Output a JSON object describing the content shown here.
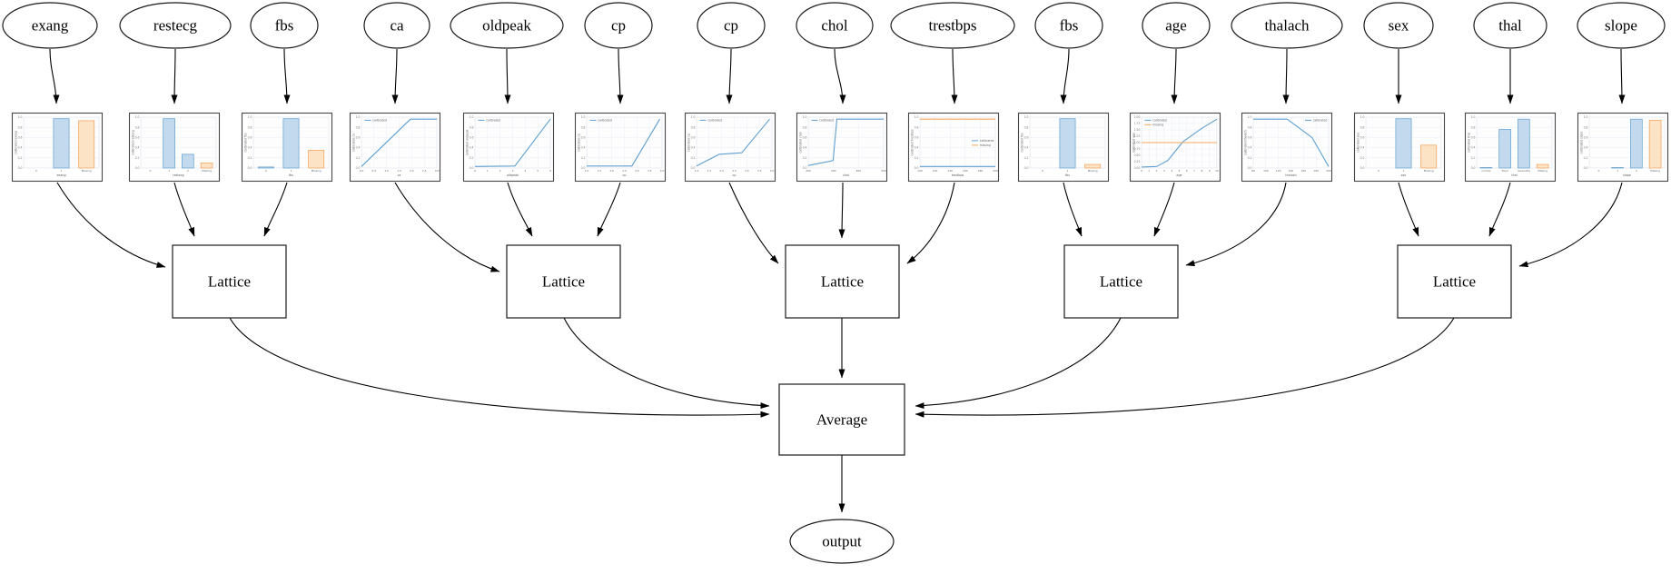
{
  "diagram": {
    "node_labels": {
      "lattice": "Lattice",
      "average": "Average",
      "output": "output"
    },
    "legend_labels": {
      "calibrated": "calibrated",
      "missing": "missing"
    },
    "colors": {
      "calibrated_line": "#5f9fd0",
      "calibrated_fill": "#c3daee",
      "calibrated_edge": "#6fa8d2",
      "missing_line": "#f5a75f",
      "missing_fill": "#fce3c6",
      "missing_edge": "#f3a966",
      "chart_border": "#464646",
      "edge_color": "#000000"
    }
  },
  "chart_data": [
    {
      "feature": "exang",
      "type": "bar",
      "categories": [
        "0",
        "1",
        "Missing"
      ],
      "values": [
        0,
        0.97,
        0.93
      ],
      "ylabel": "calibrated exang",
      "xlabel": "exang",
      "yticks": [
        "0.0",
        "0.2",
        "0.4",
        "0.6",
        "0.8",
        "1.0"
      ]
    },
    {
      "feature": "restecg",
      "type": "bar",
      "categories": [
        "0",
        "1",
        "2",
        "Missing"
      ],
      "values": [
        0,
        0.97,
        0.27,
        0.1
      ],
      "ylabel": "calibrated restecg",
      "xlabel": "restecg",
      "yticks": [
        "0.0",
        "0.2",
        "0.4",
        "0.6",
        "0.8",
        "1.0"
      ]
    },
    {
      "feature": "fbs",
      "type": "bar",
      "categories": [
        "0",
        "1",
        "Missing"
      ],
      "values": [
        0.02,
        0.97,
        0.35
      ],
      "ylabel": "calibrated fbs",
      "xlabel": "fbs",
      "yticks": [
        "0.0",
        "0.2",
        "0.4",
        "0.6",
        "0.8",
        "1.0"
      ]
    },
    {
      "feature": "ca",
      "type": "line",
      "legend_pos": "tl",
      "series": [
        {
          "name": "calibrated",
          "points": [
            [
              0,
              0.03
            ],
            [
              0.65,
              0.96
            ],
            [
              1,
              0.96
            ]
          ]
        }
      ],
      "ylabel": "calibrated ca",
      "xlabel": "ca",
      "xticks": [
        "0.0",
        "0.5",
        "1.0",
        "1.5",
        "2.0",
        "2.5",
        "3.0"
      ],
      "yticks": [
        "0.0",
        "0.2",
        "0.4",
        "0.6",
        "0.8",
        "1.0"
      ]
    },
    {
      "feature": "oldpeak",
      "type": "line",
      "legend_pos": "tl",
      "series": [
        {
          "name": "calibrated",
          "points": [
            [
              0,
              0.03
            ],
            [
              0.53,
              0.04
            ],
            [
              1,
              0.96
            ]
          ]
        }
      ],
      "ylabel": "calibrated oldpeak",
      "xlabel": "oldpeak",
      "xticks": [
        "0",
        "1",
        "2",
        "3",
        "4",
        "5",
        "6"
      ],
      "yticks": [
        "0.0",
        "0.2",
        "0.4",
        "0.6",
        "0.8",
        "1.0"
      ]
    },
    {
      "feature": "cp",
      "type": "line",
      "legend_pos": "tl",
      "series": [
        {
          "name": "calibrated",
          "points": [
            [
              0,
              0.04
            ],
            [
              0.6,
              0.04
            ],
            [
              0.97,
              0.96
            ]
          ]
        }
      ],
      "ylabel": "calibrated cp",
      "xlabel": "cp",
      "xticks": [
        "1.0",
        "1.5",
        "2.0",
        "2.5",
        "3.0",
        "3.5",
        "4.0"
      ],
      "yticks": [
        "0.0",
        "0.2",
        "0.4",
        "0.6",
        "0.8",
        "1.0"
      ]
    },
    {
      "feature": "cp",
      "type": "line",
      "legend_pos": "tl",
      "series": [
        {
          "name": "calibrated",
          "points": [
            [
              0,
              0.04
            ],
            [
              0.3,
              0.27
            ],
            [
              0.6,
              0.3
            ],
            [
              0.97,
              0.96
            ]
          ]
        }
      ],
      "ylabel": "calibrated cp",
      "xlabel": "cp",
      "xticks": [
        "1.0",
        "1.5",
        "2.0",
        "2.5",
        "3.0",
        "3.5",
        "4.0"
      ],
      "yticks": [
        "0.0",
        "0.2",
        "0.4",
        "0.6",
        "0.8",
        "1.0"
      ]
    },
    {
      "feature": "chol",
      "type": "line",
      "legend_pos": "tl",
      "series": [
        {
          "name": "calibrated",
          "points": [
            [
              0,
              0.05
            ],
            [
              0.28,
              0.13
            ],
            [
              0.33,
              0.15
            ],
            [
              0.38,
              0.96
            ],
            [
              1,
              0.96
            ]
          ]
        }
      ],
      "ylabel": "calibrated chol",
      "xlabel": "chol",
      "xticks": [
        "200",
        "300",
        "400",
        "500"
      ],
      "yticks": [
        "0.0",
        "0.2",
        "0.4",
        "0.6",
        "0.8",
        "1.0"
      ]
    },
    {
      "feature": "trestbps",
      "type": "line",
      "legend_pos": "mr",
      "series": [
        {
          "name": "calibrated",
          "points": [
            [
              0,
              0.03
            ],
            [
              1,
              0.03
            ]
          ]
        },
        {
          "name": "missing",
          "points": [
            [
              0,
              0.96
            ],
            [
              1,
              0.96
            ]
          ]
        }
      ],
      "ylabel": "calibrated trestbps",
      "xlabel": "trestbps",
      "xticks": [
        "100",
        "120",
        "140",
        "160",
        "180",
        "200"
      ],
      "yticks": [
        "0.0",
        "0.2",
        "0.4",
        "0.6",
        "0.8",
        "1.0"
      ]
    },
    {
      "feature": "fbs",
      "type": "bar",
      "categories": [
        "0",
        "1",
        "Missing"
      ],
      "values": [
        0,
        0.97,
        0.07
      ],
      "ylabel": "calibrated fbs",
      "xlabel": "fbs",
      "yticks": [
        "0.0",
        "0.2",
        "0.4",
        "0.6",
        "0.8",
        "1.0"
      ]
    },
    {
      "feature": "age",
      "type": "line",
      "legend_pos": "tl",
      "series": [
        {
          "name": "calibrated",
          "points": [
            [
              0,
              0.02
            ],
            [
              0.2,
              0.03
            ],
            [
              0.35,
              0.15
            ],
            [
              0.55,
              0.52
            ],
            [
              0.8,
              0.78
            ],
            [
              1,
              0.96
            ]
          ]
        },
        {
          "name": "missing",
          "points": [
            [
              0,
              0.5
            ],
            [
              1,
              0.5
            ]
          ]
        }
      ],
      "ylabel": "calibrated age",
      "xlabel": "age",
      "xticks": [
        "0",
        "1",
        "2",
        "3",
        "4",
        "5",
        "6",
        "7",
        "8",
        "9",
        "10"
      ],
      "yticks": [
        "0.00",
        "0.25",
        "0.50",
        "0.75",
        "1.00",
        "1.25",
        "1.50",
        "1.75",
        "2.00"
      ]
    },
    {
      "feature": "thalach",
      "type": "line",
      "legend_pos": "tr",
      "series": [
        {
          "name": "calibrated",
          "points": [
            [
              0,
              0.96
            ],
            [
              0.45,
              0.96
            ],
            [
              0.78,
              0.6
            ],
            [
              1,
              0.03
            ]
          ]
        }
      ],
      "ylabel": "calibrated thalach",
      "xlabel": "thalach",
      "xticks": [
        "80",
        "100",
        "120",
        "140",
        "160",
        "180",
        "200"
      ],
      "yticks": [
        "0.0",
        "0.2",
        "0.4",
        "0.6",
        "0.8",
        "1.0"
      ]
    },
    {
      "feature": "sex",
      "type": "bar",
      "categories": [
        "0",
        "1",
        "Missing"
      ],
      "values": [
        0,
        0.97,
        0.45
      ],
      "ylabel": "calibrated sex",
      "xlabel": "sex",
      "yticks": [
        "0.0",
        "0.2",
        "0.4",
        "0.6",
        "0.8",
        "1.0"
      ]
    },
    {
      "feature": "thal",
      "type": "bar",
      "categories": [
        "normal",
        "fixed",
        "reversible",
        "Missing"
      ],
      "values": [
        0.01,
        0.76,
        0.96,
        0.07
      ],
      "ylabel": "calibrated thal",
      "xlabel": "thal",
      "yticks": [
        "0.0",
        "0.2",
        "0.4",
        "0.6",
        "0.8",
        "1.0"
      ]
    },
    {
      "feature": "slope",
      "type": "bar",
      "categories": [
        "0",
        "1",
        "2",
        "Missing"
      ],
      "values": [
        0,
        0.01,
        0.96,
        0.94
      ],
      "ylabel": "calibrated slope",
      "xlabel": "slope",
      "yticks": [
        "0.0",
        "0.2",
        "0.4",
        "0.6",
        "0.8",
        "1.0"
      ]
    }
  ]
}
